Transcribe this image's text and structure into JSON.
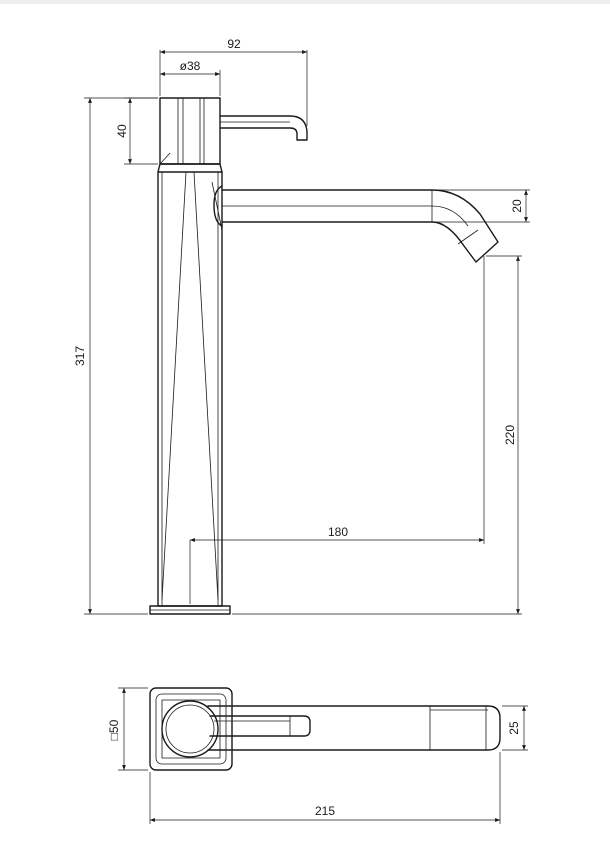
{
  "dimensions": {
    "overall_width": "92",
    "handle_diameter": "ø38",
    "handle_height": "40",
    "total_height": "317",
    "spout_thickness": "20",
    "spout_clearance": "220",
    "spout_reach": "180",
    "base_square": "□50",
    "spout_width": "25",
    "total_length": "215"
  }
}
